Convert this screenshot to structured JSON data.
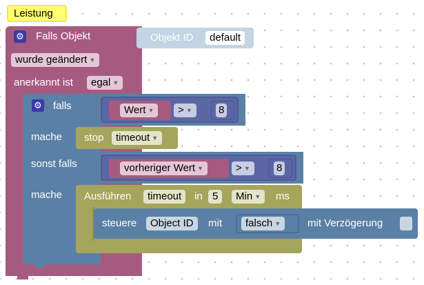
{
  "comment_label": "Leistung",
  "trigger": {
    "title": "Falls Objekt",
    "object_id_label": "Objekt ID",
    "object_id_value": "default",
    "changed_option": "wurde geändert",
    "ack_label": "anerkannt ist",
    "ack_value": "egal"
  },
  "if_block": {
    "if_label": "falls",
    "do_label": "mache",
    "elseif_label": "sonst falls",
    "do2_label": "mache",
    "cond1": {
      "var": "Wert",
      "op": ">",
      "num": "8"
    },
    "cond2": {
      "var": "vorheriger Wert",
      "op": ">",
      "num": "8"
    }
  },
  "stop_timeout": {
    "label": "stop",
    "name": "timeout"
  },
  "run_timeout": {
    "label": "Ausführen",
    "name": "timeout",
    "in_label": "in",
    "amount": "5",
    "unit": "Min",
    "ms_label": "ms"
  },
  "control": {
    "label": "steuere",
    "target": "Object ID",
    "with_label": "mit",
    "value": "falsch",
    "delay_label": "mit Verzögerung"
  },
  "colors": {
    "trigger": "#a55b80",
    "logic": "#5b80a5",
    "timeout": "#a5a55b",
    "compare": "#5b67a5",
    "variable": "#a55b80",
    "comment": "#ffff70"
  },
  "icons": {
    "gear": "gear-icon",
    "dropdown": "chevron-down-icon"
  }
}
